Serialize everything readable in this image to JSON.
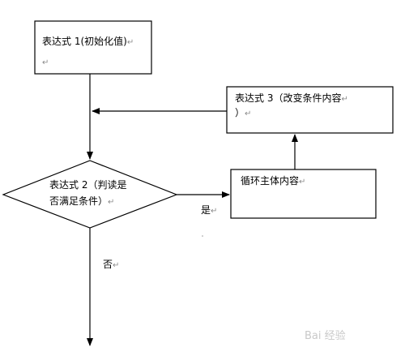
{
  "nodes": {
    "init": {
      "text": "表达式 1(初始化值)",
      "mark": "↵"
    },
    "update": {
      "line1": "表达式 3（改变条件内容",
      "line2": "）",
      "mark": "↵"
    },
    "condition": {
      "line1": "表达式 2（判读是",
      "line2": "否满足条件）",
      "mark": "↵"
    },
    "body": {
      "text": "循环主体内容",
      "mark": "↵"
    }
  },
  "edges": {
    "yes": "是",
    "no": "否",
    "mark": "↵"
  },
  "watermark": "Bai 经验"
}
